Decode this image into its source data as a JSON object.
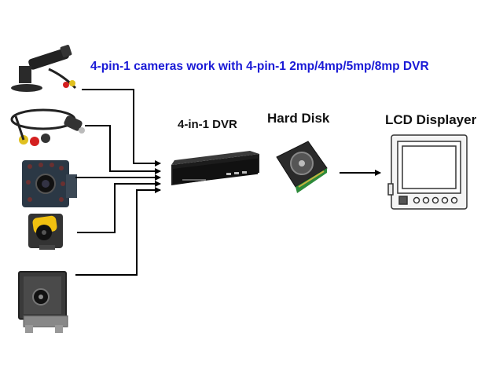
{
  "title": "4-pin-1 cameras work with 4-pin-1 2mp/4mp/5mp/8mp DVR",
  "labels": {
    "dvr": "4-in-1 DVR",
    "hard_disk": "Hard Disk",
    "lcd": "LCD Displayer"
  },
  "cameras": [
    {
      "name": "bullet-camera"
    },
    {
      "name": "pinhole-cable-camera"
    },
    {
      "name": "ir-board-camera"
    },
    {
      "name": "mini-pinhole-camera"
    },
    {
      "name": "square-mini-camera"
    }
  ],
  "colors": {
    "title": "#1a1ad6",
    "line": "#000000",
    "device": "#1c1c1c"
  }
}
